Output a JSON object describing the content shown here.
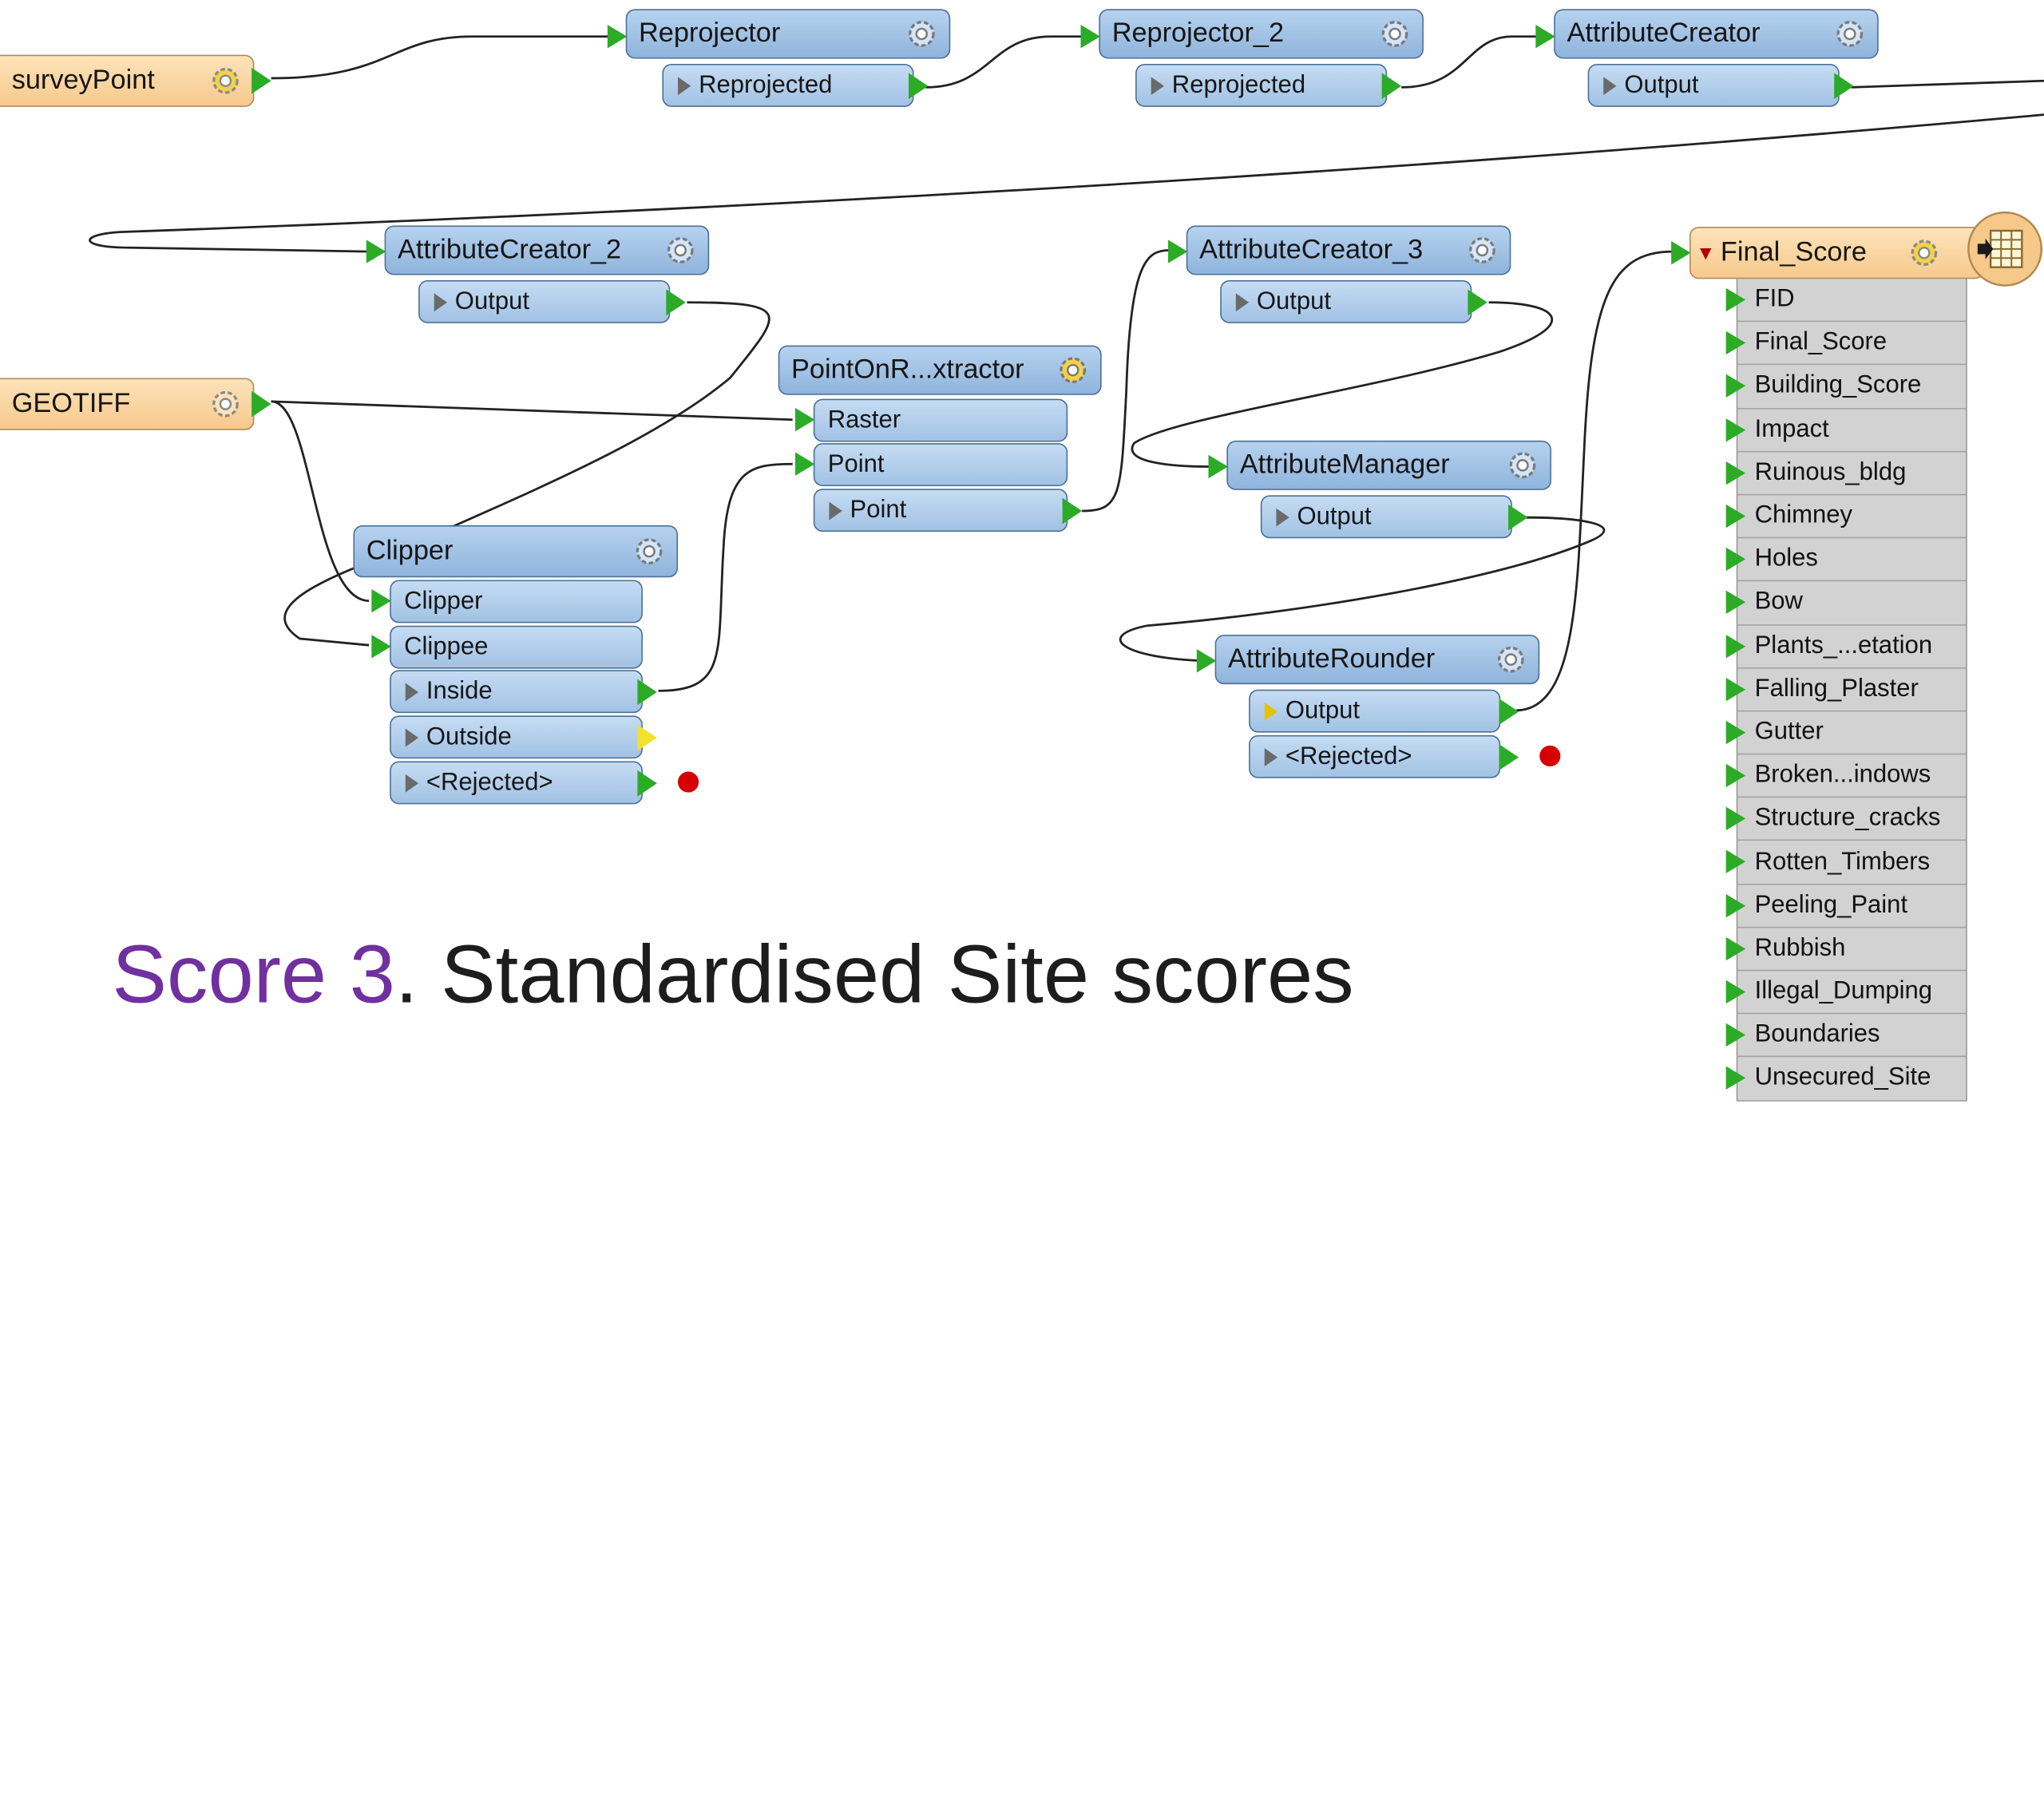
{
  "caption": {
    "highlight": "Score 3",
    "rest": ". Standardised Site scores"
  },
  "readers": [
    {
      "name": "surveyPoint"
    },
    {
      "name": "GEOTIFF"
    }
  ],
  "transformers": [
    {
      "name": "Reprojector",
      "ports": [
        "Reprojected"
      ]
    },
    {
      "name": "Reprojector_2",
      "ports": [
        "Reprojected"
      ]
    },
    {
      "name": "AttributeCreator",
      "ports": [
        "Output"
      ]
    },
    {
      "name": "AttributeCreator_2",
      "ports": [
        "Output"
      ]
    },
    {
      "name": "PointOnR...xtractor",
      "inputs": [
        "Raster",
        "Point"
      ],
      "ports": [
        "Point"
      ]
    },
    {
      "name": "Clipper",
      "inputs": [
        "Clipper",
        "Clippee"
      ],
      "ports": [
        "Inside",
        "Outside",
        "<Rejected>"
      ]
    },
    {
      "name": "AttributeCreator_3",
      "ports": [
        "Output"
      ]
    },
    {
      "name": "AttributeManager",
      "ports": [
        "Output"
      ]
    },
    {
      "name": "AttributeRounder",
      "ports": [
        "Output",
        "<Rejected>"
      ]
    }
  ],
  "writer": {
    "name": "Final_Score",
    "attributes": [
      "FID",
      "Final_Score",
      "Building_Score",
      "Impact",
      "Ruinous_bldg",
      "Chimney",
      "Holes",
      "Bow",
      "Plants_...etation",
      "Falling_Plaster",
      "Gutter",
      "Broken...indows",
      "Structure_cracks",
      "Rotten_Timbers",
      "Peeling_Paint",
      "Rubbish",
      "Illegal_Dumping",
      "Boundaries",
      "Unsecured_Site"
    ]
  },
  "colors": {
    "transformer": "#9fc0e4",
    "reader": "#f9d39e",
    "connector": "#2cab27",
    "caption_highlight": "#7030a0"
  }
}
